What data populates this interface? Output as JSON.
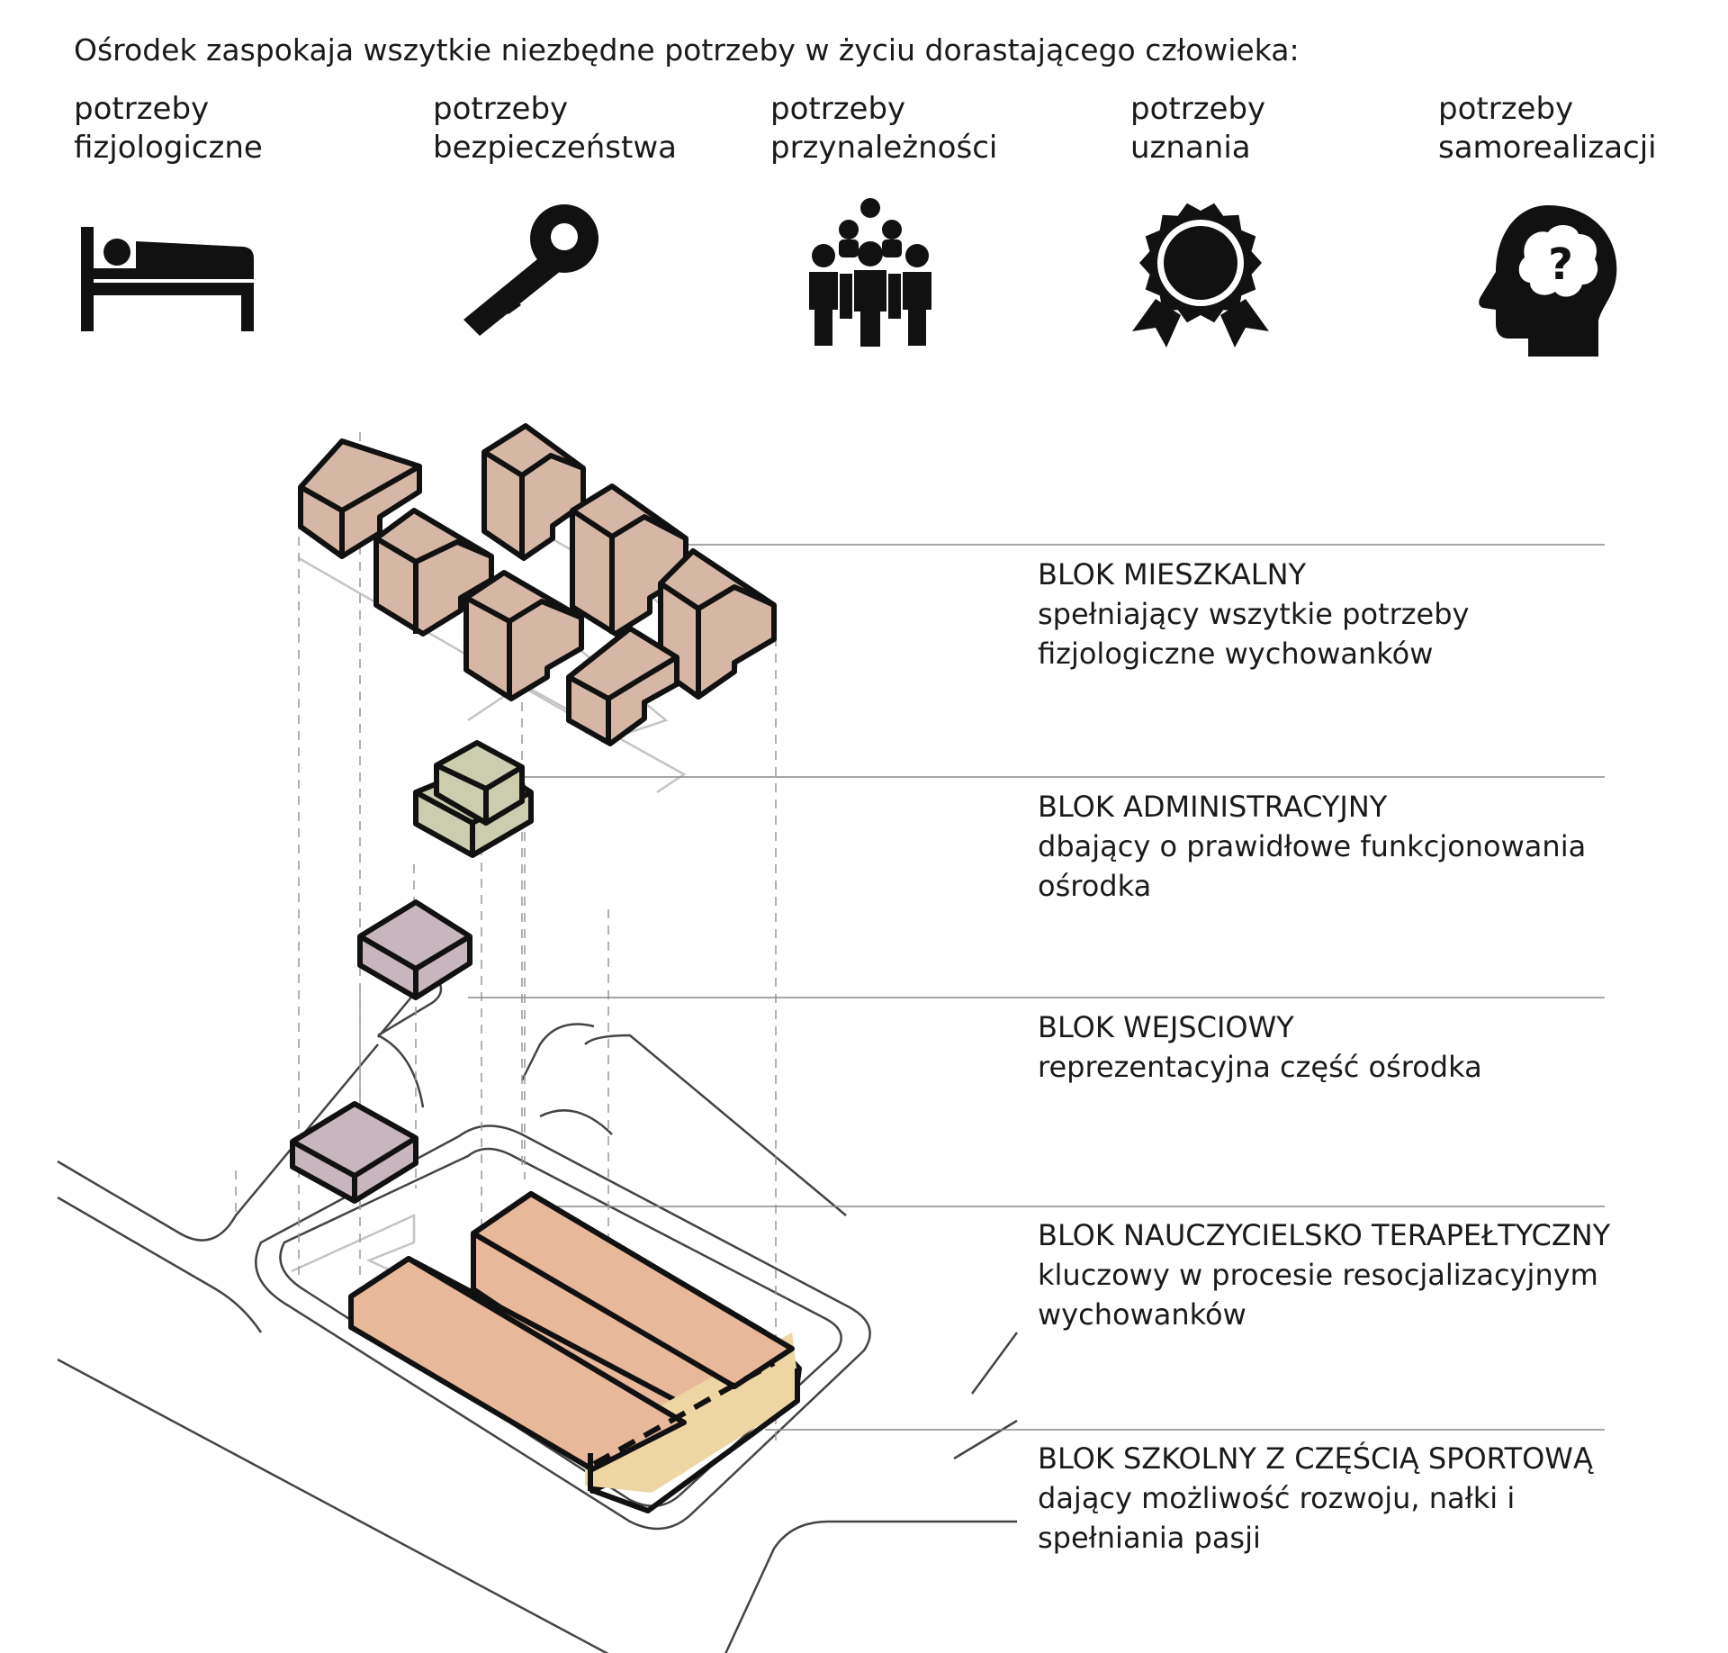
{
  "intro": "Ośrodek zaspokaja wszytkie niezbędne potrzeby w życiu dorastającego człowieka:",
  "needs": [
    {
      "line1": "potrzeby",
      "line2": "fizjologiczne",
      "icon": "bed-icon"
    },
    {
      "line1": "potrzeby",
      "line2": "bezpieczeństwa",
      "icon": "key-icon"
    },
    {
      "line1": "potrzeby",
      "line2": "przynależności",
      "icon": "group-of-people-icon"
    },
    {
      "line1": "potrzeby",
      "line2": "uznania",
      "icon": "award-medal-icon"
    },
    {
      "line1": "potrzeby",
      "line2": "samorealizacji",
      "icon": "head-brain-question-icon"
    }
  ],
  "blocks": [
    {
      "title": "BLOK MIESZKALNY",
      "desc1": "spełniający wszytkie potrzeby",
      "desc2": "fizjologiczne wychowanków",
      "color": "#d6b7a6"
    },
    {
      "title": "BLOK ADMINISTRACYJNY",
      "desc1": "dbający o prawidłowe funkcjonowania",
      "desc2": "ośrodka",
      "color": "#cccdaf"
    },
    {
      "title": "BLOK WEJSCIOWY",
      "desc1": "reprezentacyjna część ośrodka",
      "desc2": "",
      "color": "#c7b6bd"
    },
    {
      "title": "BLOK NAUCZYCIELSKO TERAPEŁTYCZNY",
      "desc1": "kluczowy w procesie resocjalizacyjnym",
      "desc2": "wychowanków",
      "color": "#e8b89a"
    },
    {
      "title": "BLOK SZKOLNY Z CZĘŚCIĄ SPORTOWĄ",
      "desc1": "dający możliwość rozwoju, nałki i",
      "desc2": "spełniania pasji",
      "color": "#eed6a4"
    }
  ],
  "colors": {
    "ink": "#111111",
    "leader": "#888888",
    "road": "#444444",
    "ghost": "#c4c4c4"
  }
}
